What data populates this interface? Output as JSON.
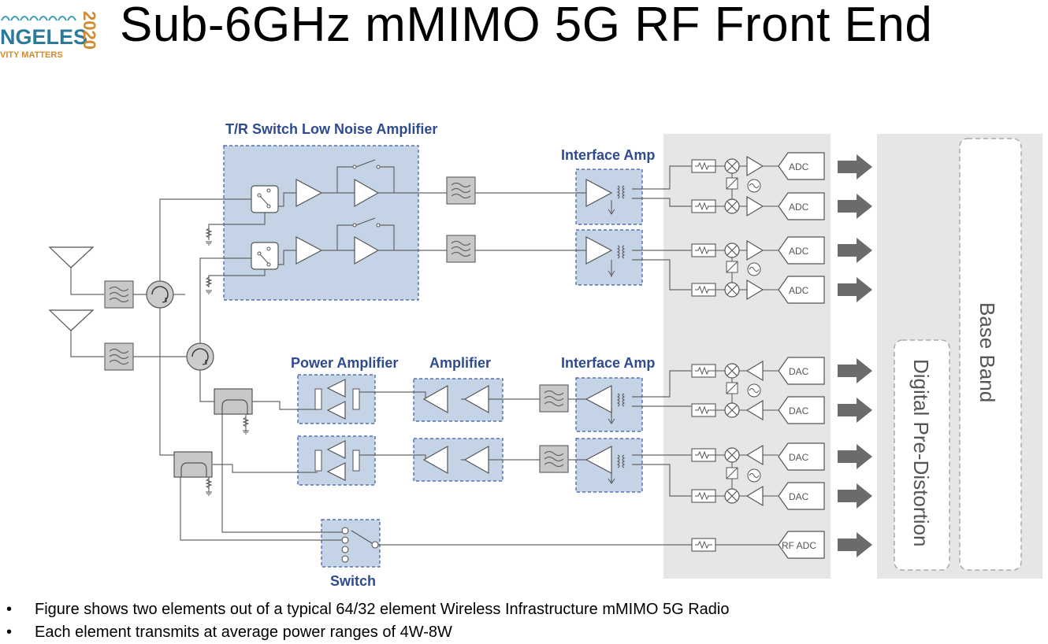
{
  "header": {
    "title": "Sub-6GHz mMIMO 5G RF Front End",
    "logo": {
      "name_fragment": "NGELES",
      "tagline_fragment": "VITY MATTERS",
      "year": "2020"
    }
  },
  "diagram": {
    "labels": {
      "tr_switch_lna": "T/R Switch Low Noise Amplifier",
      "interface_amp_rx": "Interface Amp",
      "power_amplifier": "Power Amplifier",
      "amplifier": "Amplifier",
      "interface_amp_tx": "Interface Amp",
      "switch": "Switch",
      "digital_pre_distortion": "Digital Pre-Distortion",
      "base_band": "Base Band"
    },
    "converters": {
      "adc_1": "ADC",
      "adc_2": "ADC",
      "adc_3": "ADC",
      "adc_4": "ADC",
      "dac_1": "DAC",
      "dac_2": "DAC",
      "dac_3": "DAC",
      "dac_4": "DAC",
      "rf_adc": "RF ADC"
    },
    "colors": {
      "block_fill": "#c5d3e6",
      "block_border": "#3b5aa0",
      "label_text": "#2f4b8f",
      "panel": "#e6e6e6",
      "arrow": "#6b6b6b"
    }
  },
  "bullets": [
    "Figure shows two elements out of a typical 64/32 element Wireless Infrastructure mMIMO 5G Radio",
    "Each element transmits at average power ranges of 4W-8W"
  ]
}
